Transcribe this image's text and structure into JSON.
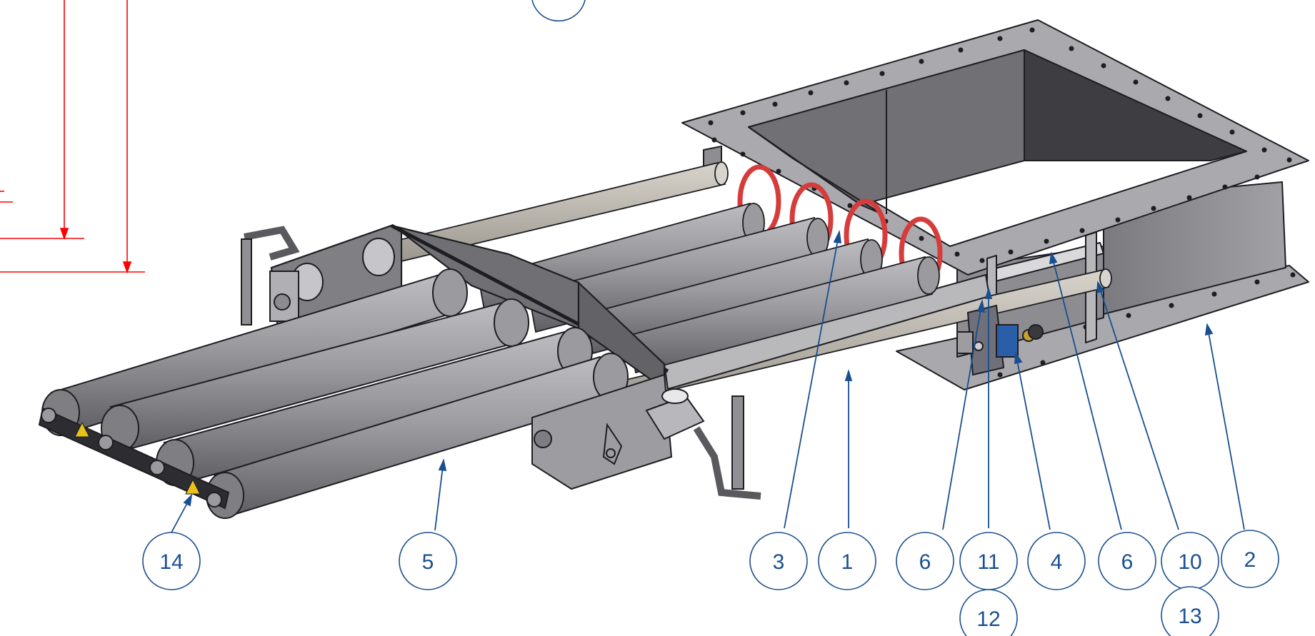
{
  "balloons": {
    "b14": "14",
    "b5": "5",
    "b3": "3",
    "b1": "1",
    "b6a": "6",
    "b11": "11",
    "b12": "12",
    "b4": "4",
    "b6b": "6",
    "b10": "10",
    "b13": "13",
    "b2": "2"
  },
  "colors": {
    "balloon": "#1a4f8f",
    "dimension": "#ff0000",
    "steel_light": "#b3b3b6",
    "steel_mid": "#8d8d92",
    "steel_dark": "#5d5d62",
    "seal": "#d63c3c"
  }
}
